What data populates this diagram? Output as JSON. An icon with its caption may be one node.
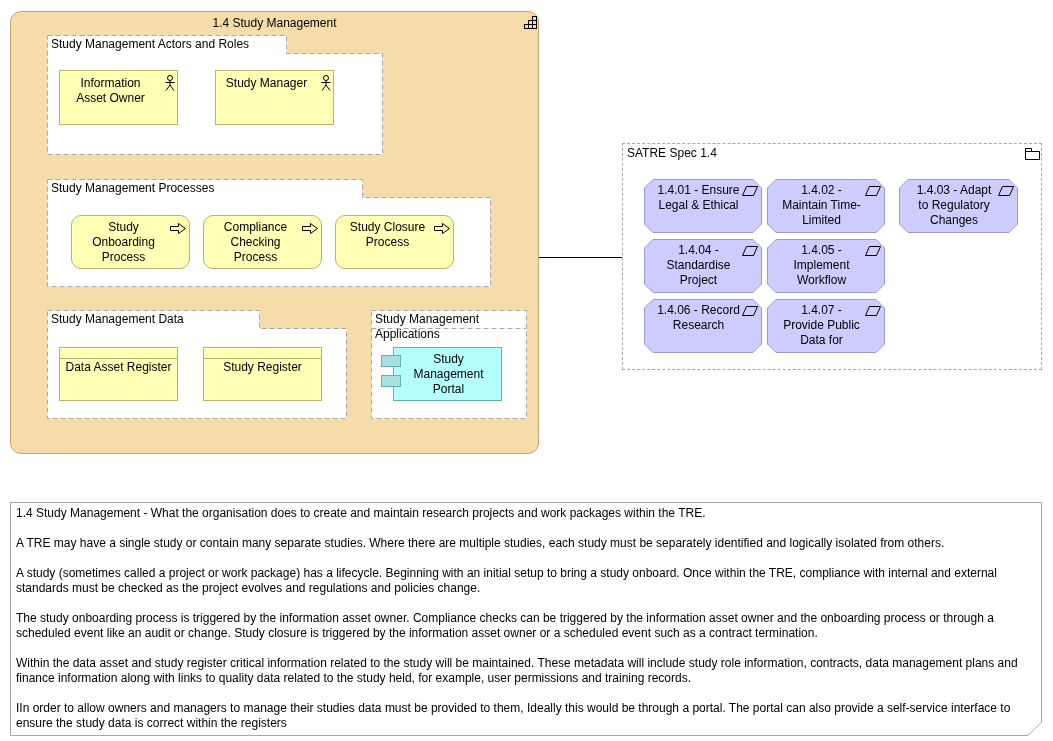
{
  "diagram": {
    "nodes": [
      {
        "text": [
          "1.4 Study Management"
        ]
      },
      {
        "text": [
          "Study Management Actors and Roles"
        ],
        "in": 0
      },
      {
        "text": [
          "Information Asset Owner"
        ],
        "in": 1
      },
      {
        "text": [
          "Study Manager"
        ],
        "in": 1
      },
      {
        "text": [
          "Study Management Processes"
        ],
        "in": 0
      },
      {
        "text": [
          "Study Onboarding Process"
        ],
        "in": 4
      },
      {
        "text": [
          "Compliance Checking Process"
        ],
        "in": 4
      },
      {
        "text": [
          "Study Closure Process"
        ],
        "in": 4
      },
      {
        "text": [
          "Study Management Data"
        ],
        "in": 0
      },
      {
        "text": [
          "Data Asset Register"
        ],
        "in": 8
      },
      {
        "text": [
          "Study Register"
        ],
        "in": 8
      },
      {
        "text": [
          "Study Management Applications"
        ],
        "in": 0
      },
      {
        "text": [
          "Study Management Portal"
        ],
        "in": 11
      },
      {
        "text": [
          "SATRE Spec 1.4"
        ]
      },
      {
        "text": [
          "1.4.01 - Ensure Legal & Ethical"
        ],
        "in": 13
      },
      {
        "text": [
          "1.4.02 - Maintain Time-Limited"
        ],
        "in": 13
      },
      {
        "text": [
          "1.4.03 - Adapt to Regulatory Changes"
        ],
        "in": 13
      },
      {
        "text": [
          "1.4.04 - Standardise Project"
        ],
        "in": 13
      },
      {
        "text": [
          "1.4.05 - Implement Workflow"
        ],
        "in": 13
      },
      {
        "text": [
          "1.4.06 - Record Research"
        ],
        "in": 13
      },
      {
        "text": [
          "1.4.07 - Provide Public Data for"
        ],
        "in": 13
      },
      {
        "text": [
          "1.4 Study Management - What the organisation does to create and maintain research projects and work packages within the TRE.",
          "A TRE may have a single study or contain many separate studies. Where there are multiple studies, each study must be separately identified and logically isolated from others.",
          "A study (sometimes called a project or work package) has a lifecycle. Beginning with an initial setup to bring a study onboard. Once within the TRE, compliance with internal and external standards must be checked as the project evolves and regulations and policies change.",
          "The study onboarding process is triggered by the information asset owner. Compliance checks can be triggered by the information asset owner and the onboarding process or through a scheduled event like an audit or change. Study closure is triggered by the information asset owner or a scheduled event such as a contract termination.",
          "Within the data asset and study register critical information related to the study will be maintained. These metadata will include study role information, contracts, data management plans and finance information along with links to quality data related to the study held, for example, user permissions and training records.",
          "IIn order to allow owners and managers to manage their studies data must be provided to them, Ideally this would be through a portal. The portal can also provide a self-service interface to ensure the study data is correct within the registers"
        ]
      }
    ],
    "edges": [
      {
        "from": 0,
        "to": 13,
        "arrow": "none"
      }
    ]
  }
}
